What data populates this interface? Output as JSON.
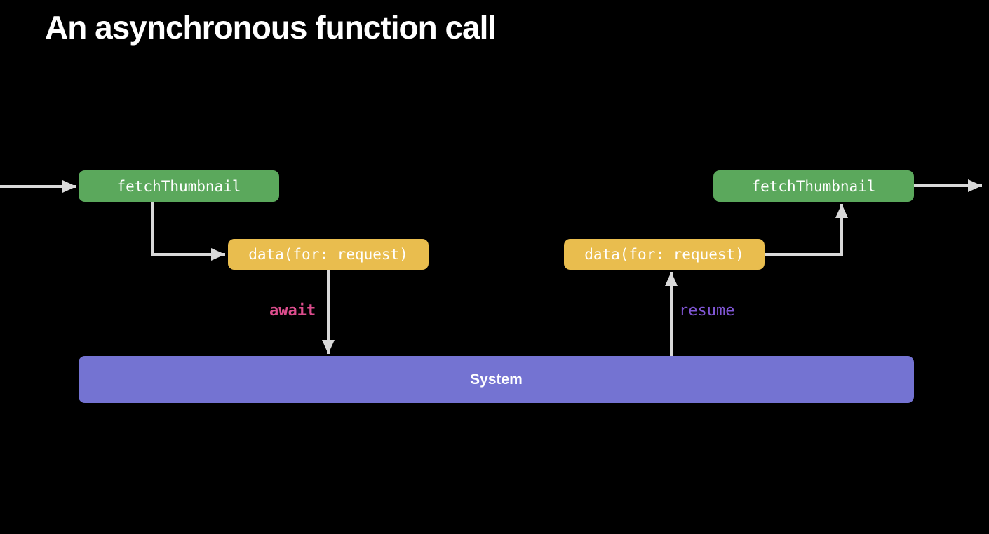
{
  "title": "An asynchronous function call",
  "diagram": {
    "boxes": {
      "fetch_left": {
        "label": "fetchThumbnail",
        "color": "#5BA85C"
      },
      "data_left": {
        "label": "data(for: request)",
        "color": "#E9BD4E"
      },
      "data_right": {
        "label": "data(for: request)",
        "color": "#E9BD4E"
      },
      "fetch_right": {
        "label": "fetchThumbnail",
        "color": "#5BA85C"
      },
      "system": {
        "label": "System",
        "color": "#7473D2"
      }
    },
    "labels": {
      "await": {
        "text": "await",
        "color": "#DC4D8D"
      },
      "resume": {
        "text": "resume",
        "color": "#8157D6"
      }
    },
    "arrow_color": "#D9D9D9"
  },
  "colors": {
    "background": "#000000",
    "title_text": "#FFFFFF",
    "box_text": "#FFFFFF"
  }
}
